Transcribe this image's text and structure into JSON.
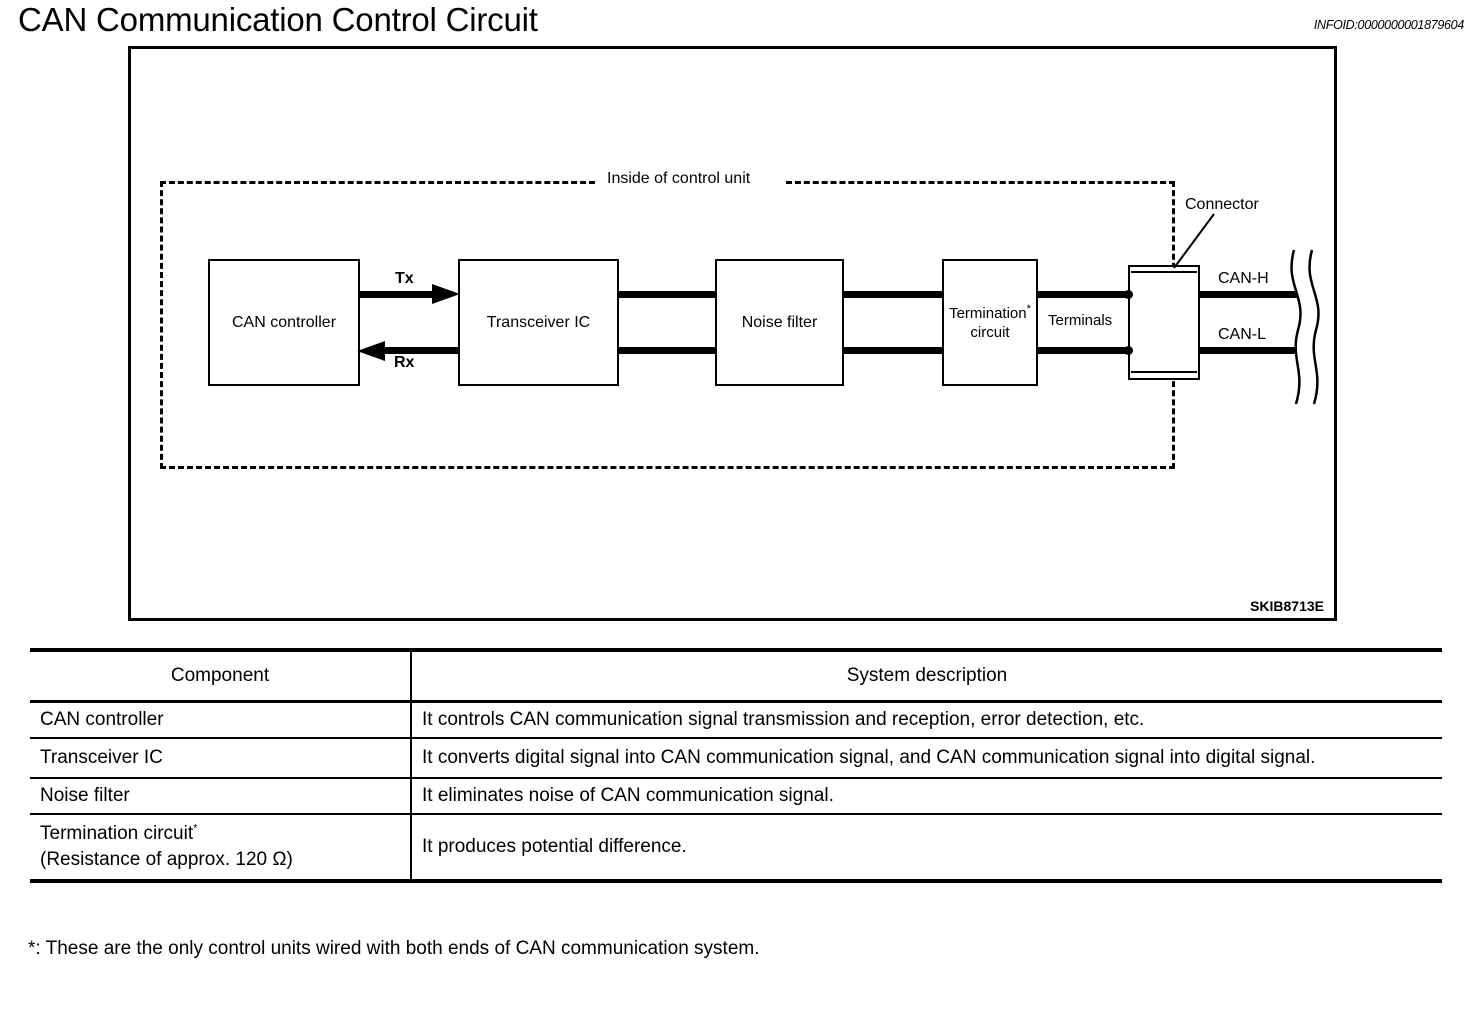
{
  "header": {
    "title": "CAN Communication Control Circuit",
    "infoid": "INFOID:0000000001879604"
  },
  "figure": {
    "code": "SKIB8713E",
    "boundary_label": "Inside of control unit",
    "blocks": [
      {
        "id": "can-controller",
        "label": "CAN controller"
      },
      {
        "id": "transceiver-ic",
        "label": "Transceiver IC"
      },
      {
        "id": "noise-filter",
        "label": "Noise filter"
      },
      {
        "id": "termination-circuit",
        "label_line1": "Termination",
        "label_star": "*",
        "label_line2": "circuit"
      }
    ],
    "signals": {
      "tx": "Tx",
      "rx": "Rx",
      "can_h": "CAN-H",
      "can_l": "CAN-L"
    },
    "annotations": {
      "connector": "Connector",
      "terminals": "Terminals"
    }
  },
  "table": {
    "headers": [
      "Component",
      "System description"
    ],
    "rows": [
      {
        "component": "CAN controller",
        "description": "It controls CAN communication signal transmission and reception, error detection, etc."
      },
      {
        "component": "Transceiver IC",
        "description": "It converts digital signal into CAN communication signal, and CAN communication signal into digital signal."
      },
      {
        "component": "Noise filter",
        "description": "It eliminates noise of CAN communication signal."
      },
      {
        "component_line1": "Termination circuit",
        "component_star": "*",
        "component_line2": "(Resistance of approx. 120 Ω)",
        "description": "It produces potential difference."
      }
    ]
  },
  "footnote": "*: These are the only control units wired with both ends of CAN communication system."
}
